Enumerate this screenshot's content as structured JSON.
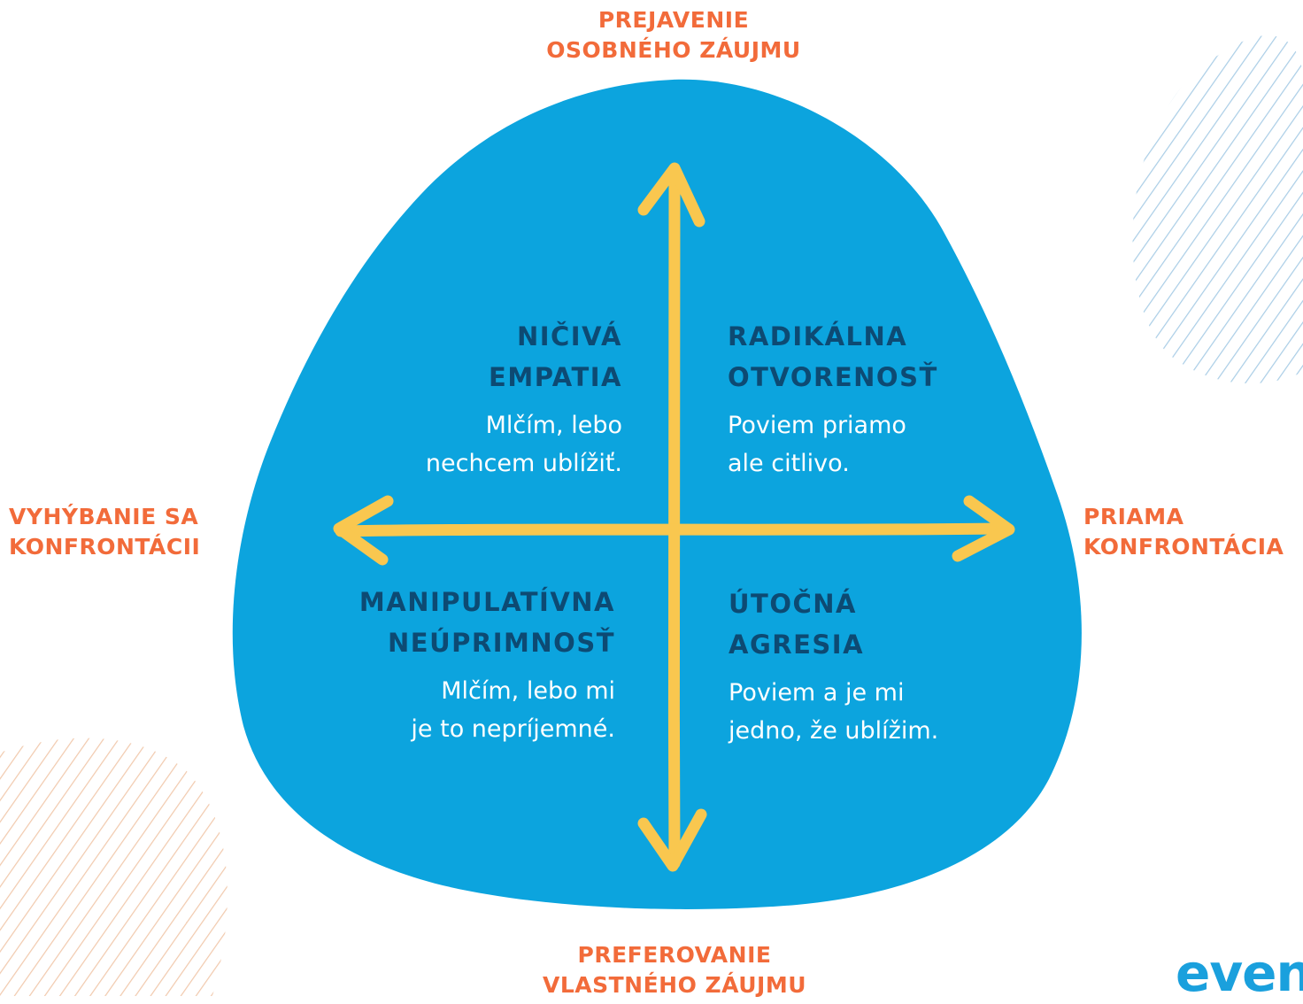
{
  "axes": {
    "top": [
      "PREJAVENIE",
      "OSOBNÉHO ZÁUJMU"
    ],
    "bottom": [
      "PREFEROVANIE",
      "VLASTNÉHO ZÁUJMU"
    ],
    "left": [
      "VYHÝBANIE SA",
      "KONFRONTÁCII"
    ],
    "right": [
      "PRIAMA",
      "KONFRONTÁCIA"
    ]
  },
  "quadrants": {
    "top_left": {
      "title": [
        "NIČIVÁ",
        "EMPATIA"
      ],
      "description": [
        "Mlčím, lebo",
        "nechcem ublížiť."
      ]
    },
    "top_right": {
      "title": [
        "RADIKÁLNA",
        "OTVORENOSŤ"
      ],
      "description": [
        "Poviem priamo",
        "ale citlivo."
      ]
    },
    "bottom_left": {
      "title": [
        "MANIPULATÍVNA",
        "NEÚPRIMNOSŤ"
      ],
      "description": [
        "Mlčím, lebo mi",
        "je to nepríjemné."
      ]
    },
    "bottom_right": {
      "title": [
        "ÚTOČNÁ",
        "AGRESIA"
      ],
      "description": [
        "Poviem a je mi",
        "jedno, že ublížim."
      ]
    }
  },
  "brand": "even",
  "colors": {
    "blob": "#0ca4de",
    "arrows": "#f9c74f",
    "axis_labels": "#f26b3a",
    "quadrant_titles": "#0d4a73",
    "quadrant_text": "#ffffff",
    "hatch_right": "#a9cde6",
    "hatch_left": "#f1c9ad",
    "brand": "#1aa0dd"
  }
}
